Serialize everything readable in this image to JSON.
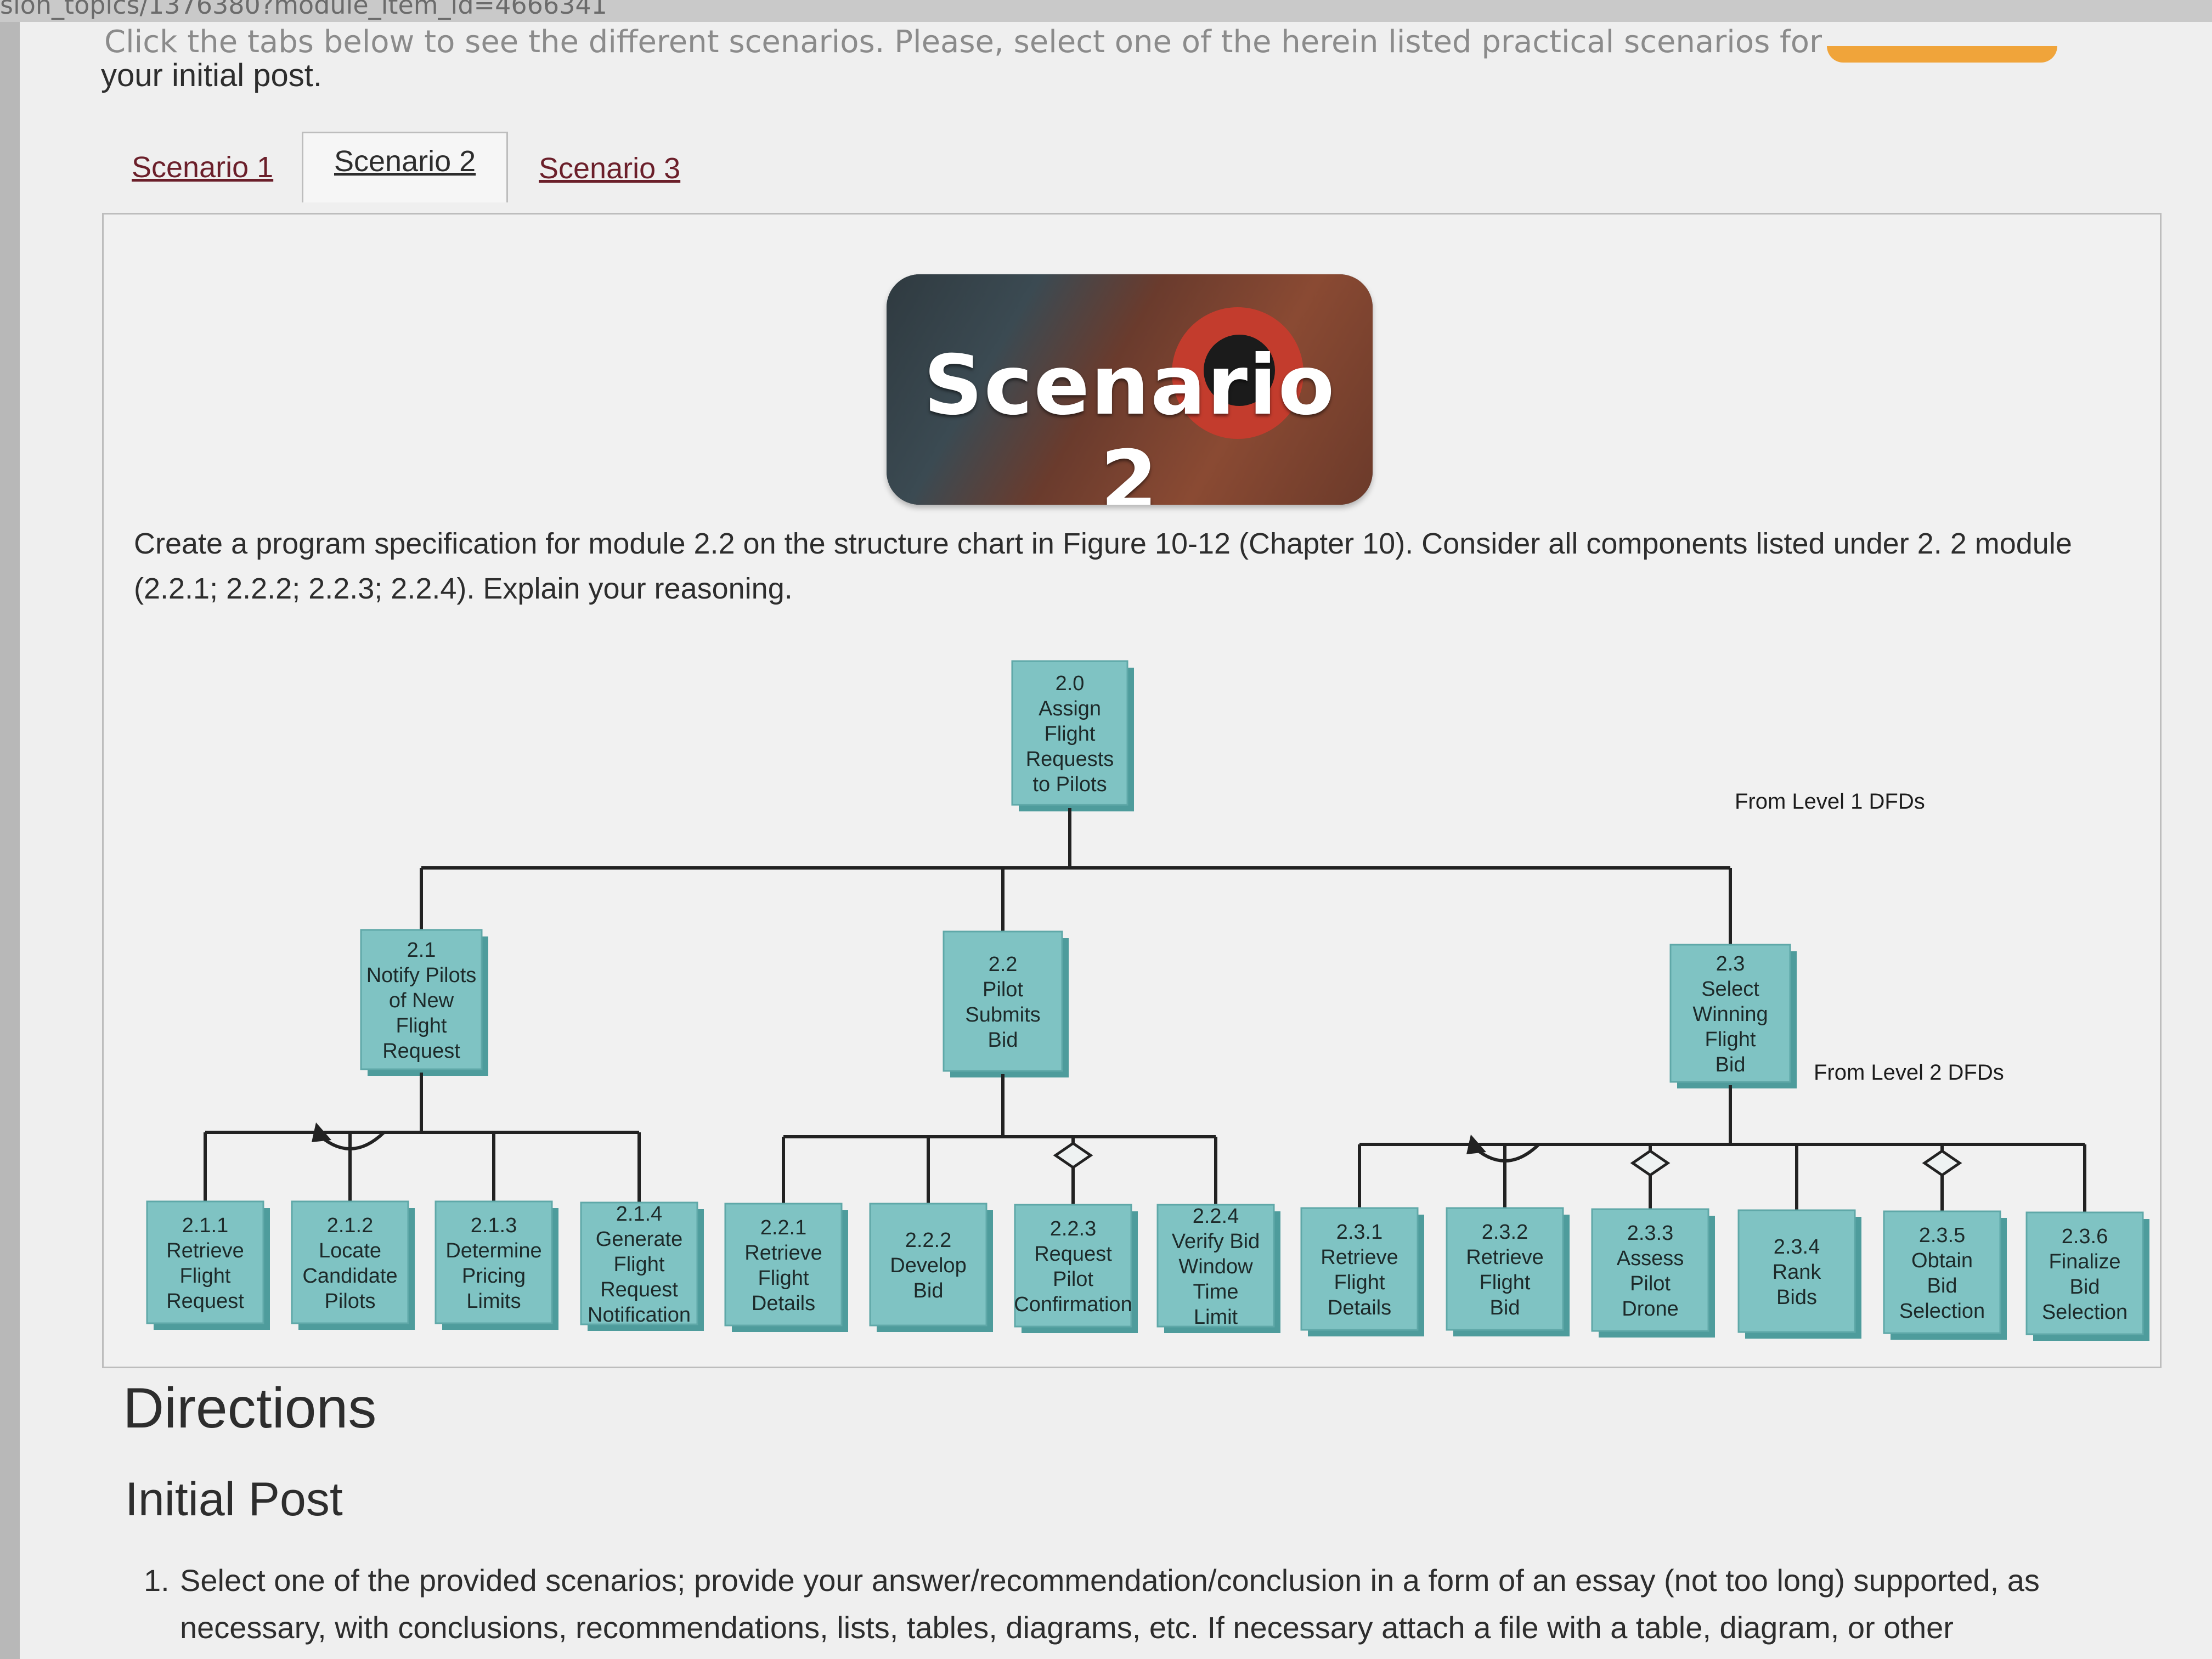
{
  "browser": {
    "url_fragment": "sion_topics/1376380?module_item_id=4666341"
  },
  "page": {
    "clipped_line": "Click the tabs below to see the different scenarios. Please, select one of the herein listed practical scenarios for",
    "intro_tail": "your initial post."
  },
  "tabs": [
    {
      "label": "Scenario 1",
      "active": false
    },
    {
      "label": "Scenario 2",
      "active": true
    },
    {
      "label": "Scenario 3",
      "active": false
    }
  ],
  "badge": {
    "title": "Scenario 2"
  },
  "instruction": "Create a program specification for module 2.2 on the structure chart in Figure 10-12 (Chapter 10). Consider all components listed under 2. 2 module (2.2.1; 2.2.2; 2.2.3; 2.2.4). Explain your reasoning.",
  "structure_chart": {
    "annotations": [
      "From Level 1 DFDs",
      "From Level 2 DFDs"
    ],
    "root": {
      "id": "2.0",
      "lines": [
        "2.0",
        "Assign",
        "Flight",
        "Requests",
        "to Pilots"
      ]
    },
    "level1": [
      {
        "id": "2.1",
        "lines": [
          "2.1",
          "Notify Pilots",
          "of New",
          "Flight",
          "Request"
        ]
      },
      {
        "id": "2.2",
        "lines": [
          "2.2",
          "Pilot",
          "Submits",
          "Bid"
        ]
      },
      {
        "id": "2.3",
        "lines": [
          "2.3",
          "Select",
          "Winning",
          "Flight",
          "Bid"
        ]
      }
    ],
    "level2": [
      {
        "id": "2.1.1",
        "lines": [
          "2.1.1",
          "Retrieve",
          "Flight",
          "Request"
        ]
      },
      {
        "id": "2.1.2",
        "lines": [
          "2.1.2",
          "Locate",
          "Candidate",
          "Pilots"
        ]
      },
      {
        "id": "2.1.3",
        "lines": [
          "2.1.3",
          "Determine",
          "Pricing",
          "Limits"
        ]
      },
      {
        "id": "2.1.4",
        "lines": [
          "2.1.4",
          "Generate",
          "Flight",
          "Request",
          "Notification"
        ]
      },
      {
        "id": "2.2.1",
        "lines": [
          "2.2.1",
          "Retrieve",
          "Flight",
          "Details"
        ]
      },
      {
        "id": "2.2.2",
        "lines": [
          "2.2.2",
          "Develop",
          "Bid"
        ]
      },
      {
        "id": "2.2.3",
        "lines": [
          "2.2.3",
          "Request",
          "Pilot",
          "Confirmation"
        ]
      },
      {
        "id": "2.2.4",
        "lines": [
          "2.2.4",
          "Verify Bid",
          "Window",
          "Time",
          "Limit"
        ]
      },
      {
        "id": "2.3.1",
        "lines": [
          "2.3.1",
          "Retrieve",
          "Flight",
          "Details"
        ]
      },
      {
        "id": "2.3.2",
        "lines": [
          "2.3.2",
          "Retrieve",
          "Flight",
          "Bid"
        ]
      },
      {
        "id": "2.3.3",
        "lines": [
          "2.3.3",
          "Assess",
          "Pilot",
          "Drone"
        ]
      },
      {
        "id": "2.3.4",
        "lines": [
          "2.3.4",
          "Rank",
          "Bids"
        ]
      },
      {
        "id": "2.3.5",
        "lines": [
          "2.3.5",
          "Obtain",
          "Bid",
          "Selection"
        ]
      },
      {
        "id": "2.3.6",
        "lines": [
          "2.3.6",
          "Finalize",
          "Bid",
          "Selection"
        ]
      }
    ],
    "colors": {
      "box": "#7fc3c3",
      "box_side": "#4e9c9c",
      "line": "#222222"
    }
  },
  "sections": {
    "directions": "Directions",
    "initial_post": "Initial Post"
  },
  "steps": [
    {
      "num": "1.",
      "text": "Select one of the provided scenarios; provide your answer/recommendation/conclusion in a form of an essay (not too long) supported, as necessary, with conclusions, recommendations, lists, tables, diagrams, etc. If necessary attach a file with a table, diagram, or other"
    }
  ]
}
